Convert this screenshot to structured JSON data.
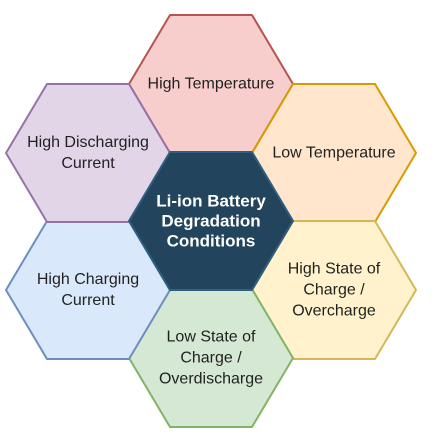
{
  "diagram": {
    "center": {
      "lines": [
        "Li-ion Battery",
        "Degradation",
        "Conditions"
      ],
      "fill": "#23445d",
      "stroke": "#2f5f7f"
    },
    "cells": [
      {
        "key": "top",
        "lines": [
          "High Temperature"
        ],
        "fill": "#f8cecc",
        "stroke": "#b85450"
      },
      {
        "key": "upper-right",
        "lines": [
          "Low Temperature"
        ],
        "fill": "#ffe6cc",
        "stroke": "#d79b00"
      },
      {
        "key": "lower-right",
        "lines": [
          "High State of",
          "Charge /",
          "Overcharge"
        ],
        "fill": "#fff2cc",
        "stroke": "#d6b656"
      },
      {
        "key": "bottom",
        "lines": [
          "Low State of",
          "Charge /",
          "Overdischarge"
        ],
        "fill": "#d5e8d4",
        "stroke": "#82b366"
      },
      {
        "key": "lower-left",
        "lines": [
          "High Charging",
          "Current"
        ],
        "fill": "#dae8fc",
        "stroke": "#6c8ebf"
      },
      {
        "key": "upper-left",
        "lines": [
          "High Discharging",
          "Current"
        ],
        "fill": "#e1d5e7",
        "stroke": "#9673a6"
      }
    ]
  }
}
